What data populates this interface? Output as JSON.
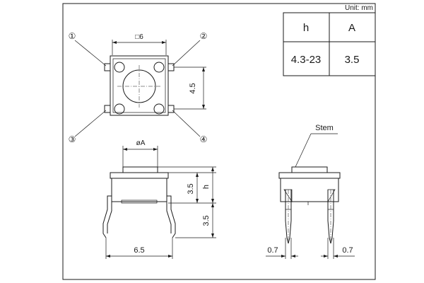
{
  "unit_label": "Unit: mm",
  "table": {
    "headers": [
      "h",
      "A"
    ],
    "values": [
      "4.3-23",
      "3.5"
    ]
  },
  "callouts": [
    "①",
    "②",
    "③",
    "④"
  ],
  "top_view": {
    "size_label": "□6",
    "pitch_label": "4.5"
  },
  "front_view": {
    "dia_label": "øA",
    "body_h_label": "3.5",
    "h_label": "h",
    "lead_label": "3.5",
    "width_label": "6.5"
  },
  "side_view": {
    "stem_label": "Stem",
    "left_dim": "0.7",
    "right_dim": "0.7"
  }
}
